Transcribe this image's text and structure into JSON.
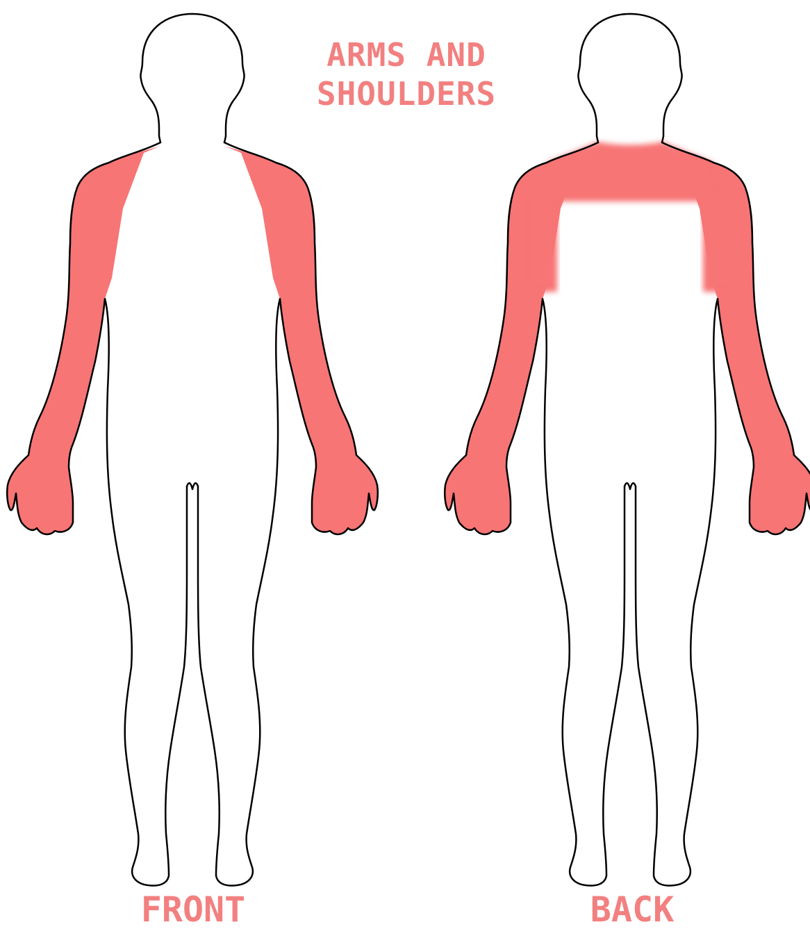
{
  "diagram": {
    "title_lines": [
      "ARMS  AND",
      "SHOULDERS"
    ],
    "views": [
      {
        "id": "front",
        "label": "FRONT",
        "highlighted": [
          "left-arm",
          "right-arm",
          "shoulders"
        ]
      },
      {
        "id": "back",
        "label": "BACK",
        "highlighted": [
          "left-arm",
          "right-arm",
          "upper-back"
        ]
      }
    ]
  },
  "colors": {
    "highlight": "#f77575",
    "outline": "#000000",
    "text": "#f28080"
  }
}
